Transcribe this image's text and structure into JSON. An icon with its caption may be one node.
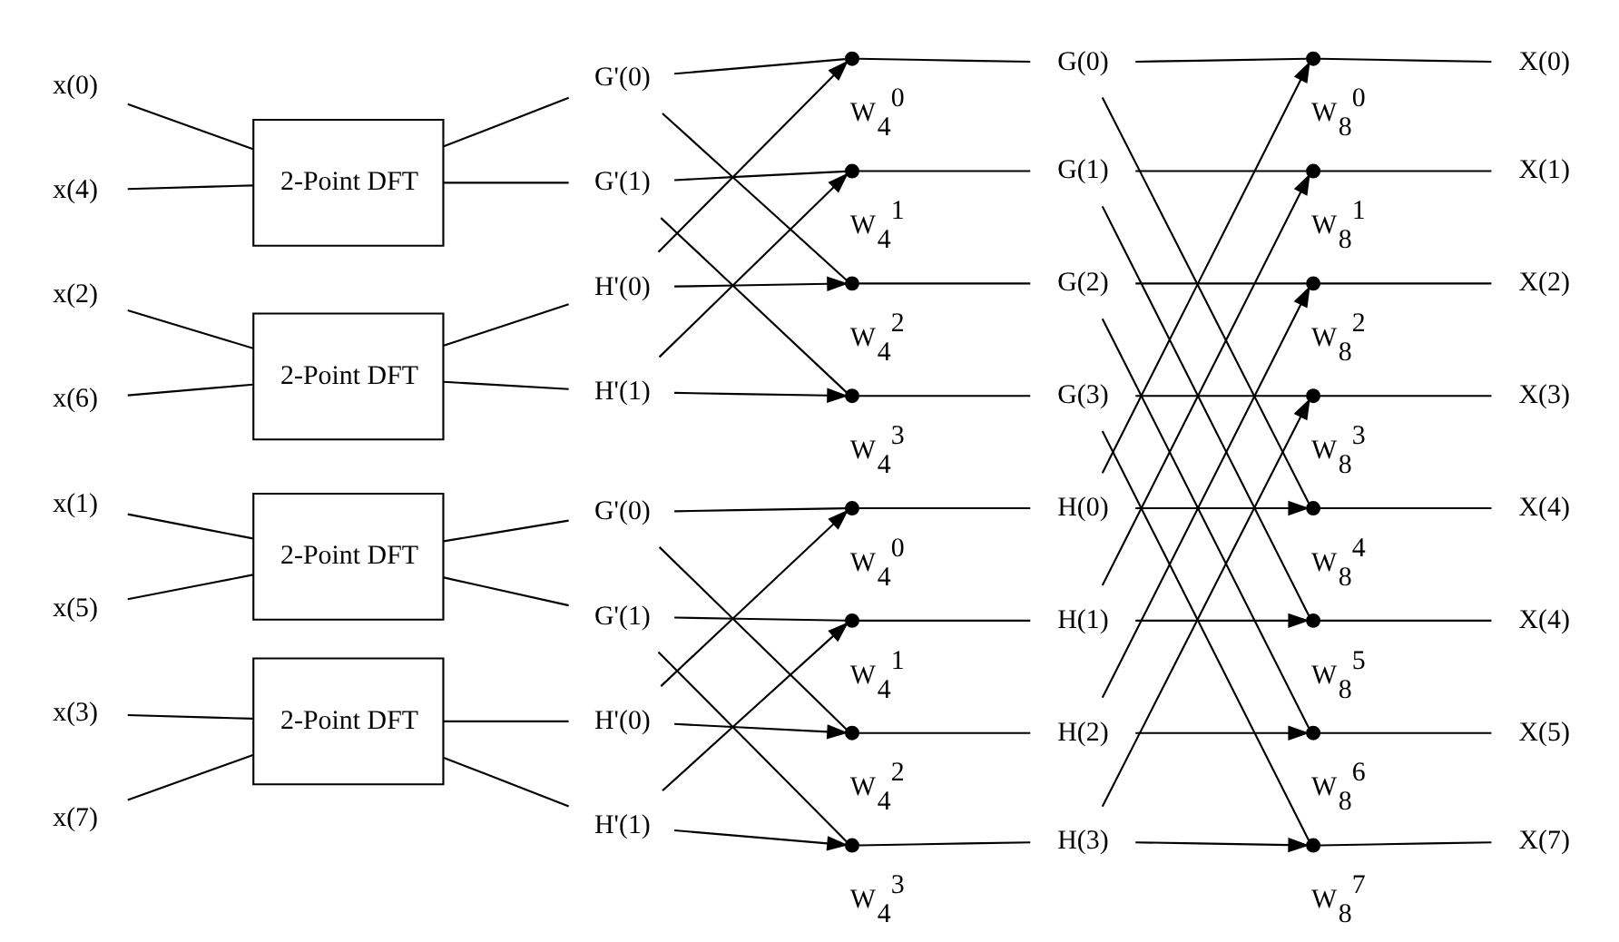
{
  "diagram": {
    "nodes": [
      {
        "text": [
          "x(0)"
        ]
      },
      {
        "text": [
          "x(4)"
        ]
      },
      {
        "text": [
          "x(2)"
        ]
      },
      {
        "text": [
          "x(6)"
        ]
      },
      {
        "text": [
          "x(1)"
        ]
      },
      {
        "text": [
          "x(5)"
        ]
      },
      {
        "text": [
          "x(3)"
        ]
      },
      {
        "text": [
          "x(7)"
        ]
      },
      {
        "text": [
          "2-Point DFT"
        ]
      },
      {
        "text": [
          "2-Point DFT"
        ]
      },
      {
        "text": [
          "2-Point DFT"
        ]
      },
      {
        "text": [
          "2-Point DFT"
        ]
      },
      {
        "text": [
          "G'(0)"
        ]
      },
      {
        "text": [
          "G'(1)"
        ]
      },
      {
        "text": [
          "H'(0)"
        ]
      },
      {
        "text": [
          "H'(1)"
        ]
      },
      {
        "text": [
          "G'(0)"
        ]
      },
      {
        "text": [
          "G'(1)"
        ]
      },
      {
        "text": [
          "H'(0)"
        ]
      },
      {
        "text": [
          "H'(1)"
        ]
      },
      {
        "text": [],
        "shape": "circle",
        "beside": [
          "W$_{4}$$^{0}$"
        ]
      },
      {
        "text": [],
        "shape": "circle",
        "beside": [
          "W$_{4}$$^{1}$"
        ]
      },
      {
        "text": [],
        "shape": "circle",
        "beside": [
          "W$_{4}$$^{2}$"
        ]
      },
      {
        "text": [],
        "shape": "circle",
        "beside": [
          "W$_{4}$$^{3}$"
        ]
      },
      {
        "text": [],
        "shape": "circle",
        "beside": [
          "W$_{4}$$^{0}$"
        ]
      },
      {
        "text": [],
        "shape": "circle",
        "beside": [
          "W$_{4}$$^{1}$"
        ]
      },
      {
        "text": [],
        "shape": "circle",
        "beside": [
          "W$_{4}$$^{2}$"
        ]
      },
      {
        "text": [],
        "shape": "circle",
        "beside": [
          "W$_{4}$$^{3}$"
        ]
      },
      {
        "text": [
          "G(0)"
        ]
      },
      {
        "text": [
          "G(1)"
        ]
      },
      {
        "text": [
          "G(2)"
        ]
      },
      {
        "text": [
          "G(3)"
        ]
      },
      {
        "text": [
          "H(0)"
        ]
      },
      {
        "text": [
          "H(1)"
        ]
      },
      {
        "text": [
          "H(2)"
        ]
      },
      {
        "text": [
          "H(3)"
        ]
      },
      {
        "text": [],
        "shape": "circle",
        "beside": [
          "W$_{8}$$^{0}$"
        ]
      },
      {
        "text": [],
        "shape": "circle",
        "beside": [
          "W$_{8}$$^{1}$"
        ]
      },
      {
        "text": [],
        "shape": "circle",
        "beside": [
          "W$_{8}$$^{2}$"
        ]
      },
      {
        "text": [],
        "shape": "circle",
        "beside": [
          "W$_{8}$$^{3}$"
        ]
      },
      {
        "text": [],
        "shape": "circle",
        "beside": [
          "W$_{8}$$^{4}$"
        ]
      },
      {
        "text": [],
        "shape": "circle",
        "beside": [
          "W$_{8}$$^{5}$"
        ]
      },
      {
        "text": [],
        "shape": "circle",
        "beside": [
          "W$_{8}$$^{6}$"
        ]
      },
      {
        "text": [],
        "shape": "circle",
        "beside": [
          "W$_{8}$$^{7}$"
        ]
      },
      {
        "text": [
          "X(0)"
        ]
      },
      {
        "text": [
          "X(1)"
        ]
      },
      {
        "text": [
          "X(2)"
        ]
      },
      {
        "text": [
          "X(3)"
        ]
      },
      {
        "text": [
          "X(4)"
        ]
      },
      {
        "text": [
          "X(4)"
        ]
      },
      {
        "text": [
          "X(5)"
        ]
      },
      {
        "text": [
          "X(7)"
        ]
      }
    ],
    "edges": [
      {
        "from": 0,
        "to": 8,
        "arrow": "none"
      },
      {
        "from": 1,
        "to": 8,
        "arrow": "none"
      },
      {
        "from": 2,
        "to": 9,
        "arrow": "none"
      },
      {
        "from": 3,
        "to": 9,
        "arrow": "none"
      },
      {
        "from": 4,
        "to": 10,
        "arrow": "none"
      },
      {
        "from": 5,
        "to": 10,
        "arrow": "none"
      },
      {
        "from": 6,
        "to": 11,
        "arrow": "none"
      },
      {
        "from": 7,
        "to": 11,
        "arrow": "none"
      },
      {
        "from": 8,
        "to": 12,
        "arrow": "none"
      },
      {
        "from": 8,
        "to": 13,
        "arrow": "none"
      },
      {
        "from": 9,
        "to": 14,
        "arrow": "none"
      },
      {
        "from": 9,
        "to": 15,
        "arrow": "none"
      },
      {
        "from": 10,
        "to": 16,
        "arrow": "none"
      },
      {
        "from": 10,
        "to": 17,
        "arrow": "none"
      },
      {
        "from": 11,
        "to": 18,
        "arrow": "none"
      },
      {
        "from": 11,
        "to": 19,
        "arrow": "none"
      },
      {
        "from": 12,
        "to": 20,
        "arrow": "none"
      },
      {
        "from": 14,
        "to": 20,
        "arrow": "to"
      },
      {
        "from": 13,
        "to": 21,
        "arrow": "none"
      },
      {
        "from": 15,
        "to": 21,
        "arrow": "to"
      },
      {
        "from": 14,
        "to": 22,
        "arrow": "to"
      },
      {
        "from": 12,
        "to": 22,
        "arrow": "none"
      },
      {
        "from": 15,
        "to": 23,
        "arrow": "to"
      },
      {
        "from": 13,
        "to": 23,
        "arrow": "none"
      },
      {
        "from": 16,
        "to": 24,
        "arrow": "none"
      },
      {
        "from": 18,
        "to": 24,
        "arrow": "to"
      },
      {
        "from": 17,
        "to": 25,
        "arrow": "none"
      },
      {
        "from": 19,
        "to": 25,
        "arrow": "to"
      },
      {
        "from": 18,
        "to": 26,
        "arrow": "to"
      },
      {
        "from": 16,
        "to": 26,
        "arrow": "none"
      },
      {
        "from": 19,
        "to": 27,
        "arrow": "to"
      },
      {
        "from": 17,
        "to": 27,
        "arrow": "none"
      },
      {
        "from": 20,
        "to": 28,
        "arrow": "none"
      },
      {
        "from": 21,
        "to": 29,
        "arrow": "none"
      },
      {
        "from": 22,
        "to": 30,
        "arrow": "none"
      },
      {
        "from": 23,
        "to": 31,
        "arrow": "none"
      },
      {
        "from": 24,
        "to": 32,
        "arrow": "none"
      },
      {
        "from": 25,
        "to": 33,
        "arrow": "none"
      },
      {
        "from": 26,
        "to": 34,
        "arrow": "none"
      },
      {
        "from": 27,
        "to": 35,
        "arrow": "none"
      },
      {
        "from": 28,
        "to": 36,
        "arrow": "none"
      },
      {
        "from": 32,
        "to": 36,
        "arrow": "to"
      },
      {
        "from": 29,
        "to": 37,
        "arrow": "none"
      },
      {
        "from": 33,
        "to": 37,
        "arrow": "to"
      },
      {
        "from": 30,
        "to": 38,
        "arrow": "none"
      },
      {
        "from": 34,
        "to": 38,
        "arrow": "to"
      },
      {
        "from": 31,
        "to": 39,
        "arrow": "none"
      },
      {
        "from": 35,
        "to": 39,
        "arrow": "to"
      },
      {
        "from": 32,
        "to": 40,
        "arrow": "to"
      },
      {
        "from": 28,
        "to": 40,
        "arrow": "none"
      },
      {
        "from": 33,
        "to": 41,
        "arrow": "to"
      },
      {
        "from": 29,
        "to": 41,
        "arrow": "none"
      },
      {
        "from": 34,
        "to": 42,
        "arrow": "to"
      },
      {
        "from": 30,
        "to": 42,
        "arrow": "none"
      },
      {
        "from": 35,
        "to": 43,
        "arrow": "to"
      },
      {
        "from": 31,
        "to": 43,
        "arrow": "none"
      },
      {
        "from": 36,
        "to": 44,
        "arrow": "none"
      },
      {
        "from": 37,
        "to": 45,
        "arrow": "none"
      },
      {
        "from": 38,
        "to": 46,
        "arrow": "none"
      },
      {
        "from": 39,
        "to": 47,
        "arrow": "none"
      },
      {
        "from": 40,
        "to": 48,
        "arrow": "none"
      },
      {
        "from": 41,
        "to": 49,
        "arrow": "none"
      },
      {
        "from": 42,
        "to": 50,
        "arrow": "none"
      },
      {
        "from": 43,
        "to": 51,
        "arrow": "none"
      }
    ]
  }
}
